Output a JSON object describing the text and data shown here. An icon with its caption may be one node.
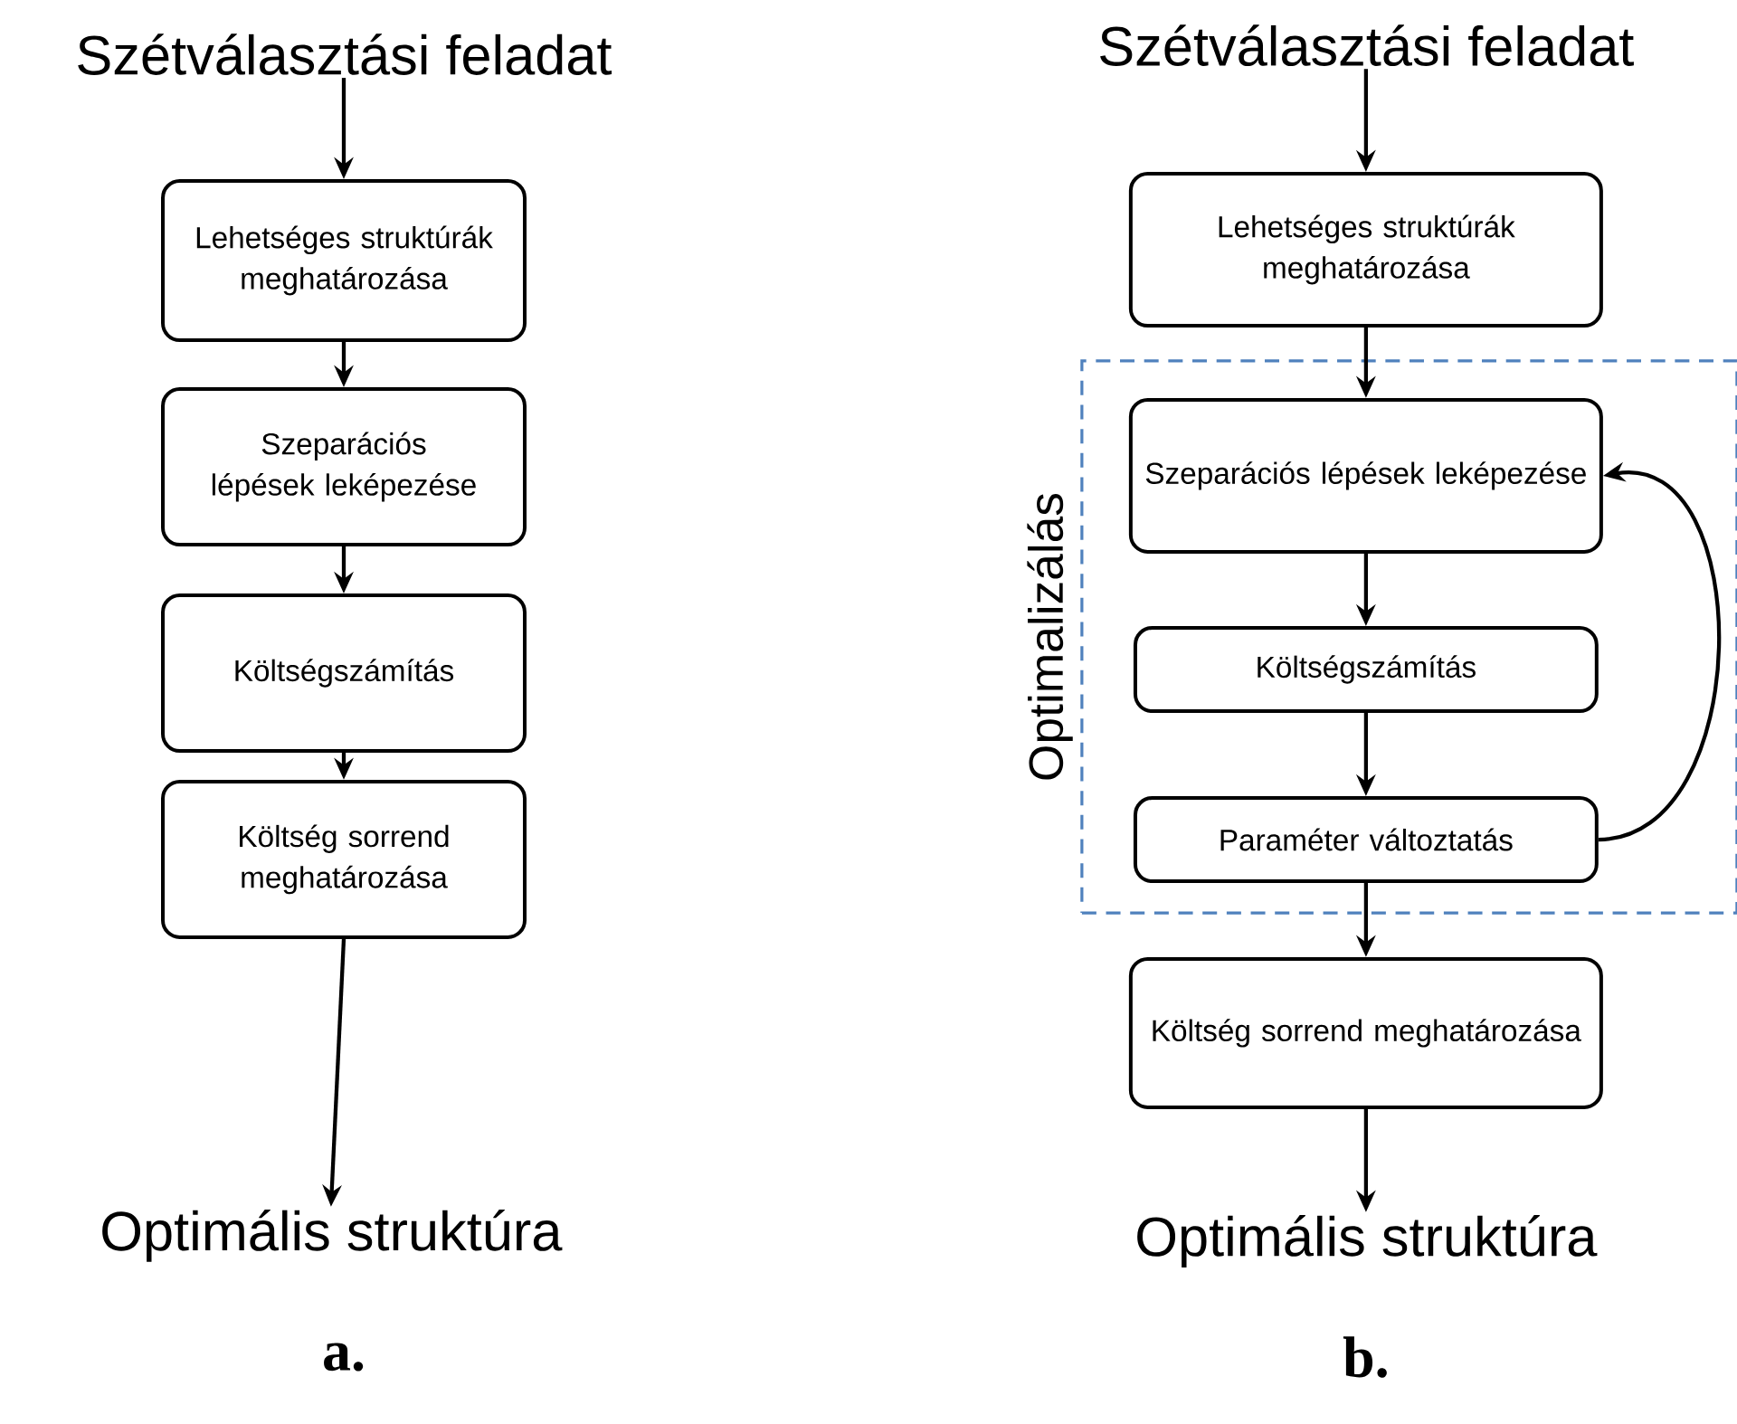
{
  "diagram": {
    "nodes": [
      {
        "text": [
          "Szétválasztási feladat"
        ]
      },
      {
        "text": [
          "Lehetséges struktúrák meghatározása"
        ]
      },
      {
        "text": [
          "Szeparációs lépések leképezése"
        ]
      },
      {
        "text": [
          "Költségszámítás"
        ]
      },
      {
        "text": [
          "Költség sorrend meghatározása"
        ]
      },
      {
        "text": [
          "Optimális struktúra"
        ]
      },
      {
        "text": [
          "Szétválasztási feladat"
        ]
      },
      {
        "text": [
          "Lehetséges struktúrák meghatározása"
        ]
      },
      {
        "text": [
          "Optimalizálás"
        ]
      },
      {
        "text": [
          "Szeparációs lépések leképezése"
        ],
        "in": 8
      },
      {
        "text": [
          "Költségszámítás"
        ],
        "in": 8
      },
      {
        "text": [
          "Paraméter változtatás"
        ],
        "in": 8
      },
      {
        "text": [
          "Költség sorrend meghatározása"
        ]
      },
      {
        "text": [
          "Optimális struktúra"
        ]
      }
    ],
    "edges": [
      {
        "from": 0,
        "to": 1,
        "arrow": "to"
      },
      {
        "from": 1,
        "to": 2,
        "arrow": "to"
      },
      {
        "from": 2,
        "to": 3,
        "arrow": "to"
      },
      {
        "from": 3,
        "to": 4,
        "arrow": "to"
      },
      {
        "from": 4,
        "to": 5,
        "arrow": "to"
      },
      {
        "from": 6,
        "to": 7,
        "arrow": "to"
      },
      {
        "from": 7,
        "to": 9,
        "arrow": "to"
      },
      {
        "from": 9,
        "to": 10,
        "arrow": "to"
      },
      {
        "from": 10,
        "to": 11,
        "arrow": "to"
      },
      {
        "from": 11,
        "to": 9,
        "arrow": "to"
      },
      {
        "from": 11,
        "to": 12,
        "arrow": "to"
      },
      {
        "from": 12,
        "to": 13,
        "arrow": "to"
      }
    ],
    "labels": [
      "a.",
      "b."
    ]
  }
}
